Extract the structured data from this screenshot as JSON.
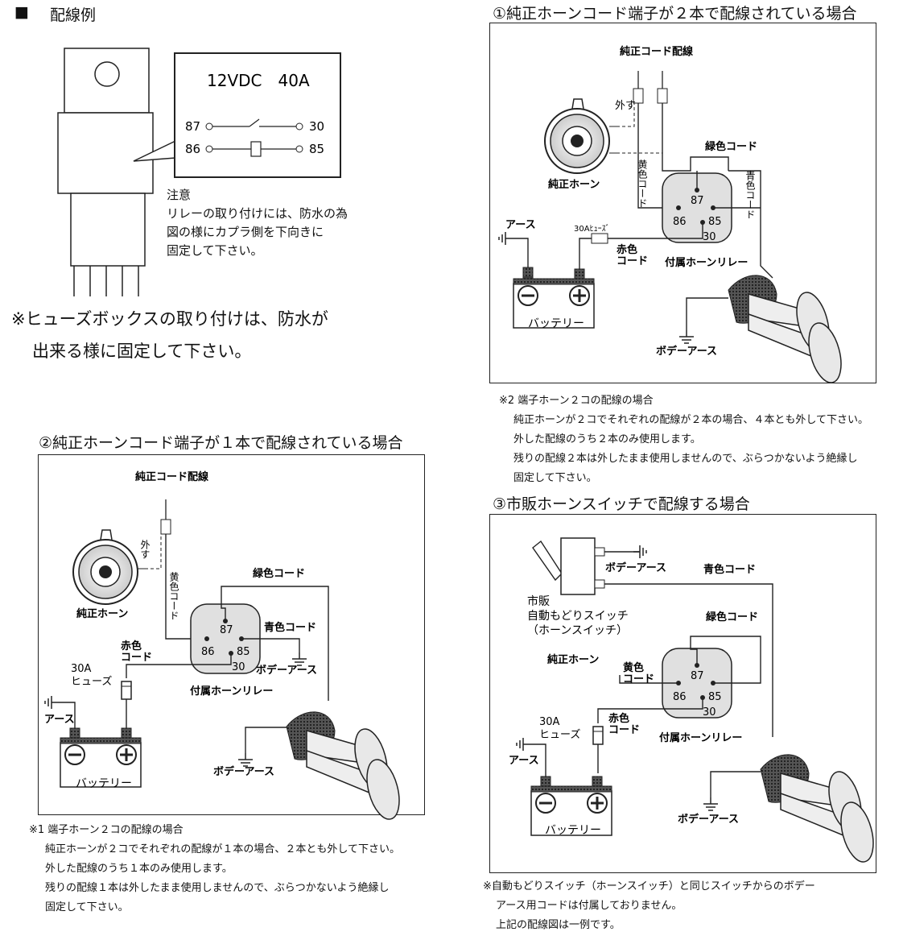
{
  "section_title": "配線例",
  "relay_spec": {
    "rating": "12VDC　40A",
    "pin87": "87",
    "pin30": "30",
    "pin86": "86",
    "pin85": "85"
  },
  "caution": {
    "heading": "注意",
    "line1": "リレーの取り付けには、防水の為",
    "line2": "図の様にカプラ側を下向きに",
    "line3": "固定して下さい。"
  },
  "fuse_note": {
    "line1": "※ヒューズボックスの取り付けは、防水が",
    "line2": "出来る様に固定して下さい。"
  },
  "diagram1": {
    "title": "①純正ホーンコード端子が２本で配線されている場合",
    "factory_wire": "純正コード配線",
    "remove": "外す",
    "green": "緑色コード",
    "yellow": "黄色コード",
    "blue": "青色コード",
    "horn": "純正ホーン",
    "earth": "アース",
    "fuse": "30Aﾋｭｰｽﾞ",
    "red1": "赤色",
    "red2": "コード",
    "relay": "付属ホーンリレー",
    "battery": "バッテリー",
    "body_earth": "ボデーアース",
    "p87": "87",
    "p86": "86",
    "p85": "85",
    "p30": "30"
  },
  "note2": {
    "line1": "※2 端子ホーン２コの配線の場合",
    "line2": "純正ホーンが２コでそれぞれの配線が２本の場合、４本とも外して下さい。",
    "line3": "外した配線のうち２本のみ使用します。",
    "line4": "残りの配線２本は外したまま使用しませんので、ぶらつかないよう絶縁し",
    "line5": "固定して下さい。"
  },
  "diagram2": {
    "title": "②純正ホーンコード端子が１本で配線されている場合",
    "factory_wire": "純正コード配線",
    "remove": "外す",
    "green": "緑色コード",
    "yellow": "黄色コード",
    "blue": "青色コード",
    "horn": "純正ホーン",
    "red1": "赤色",
    "red2": "コード",
    "fuse1": "30A",
    "fuse2": "ヒューズ",
    "earth": "アース",
    "body_earth_relay": "ボデーアース",
    "relay": "付属ホーンリレー",
    "battery": "バッテリー",
    "body_earth": "ボデーアース",
    "p87": "87",
    "p86": "86",
    "p85": "85",
    "p30": "30"
  },
  "note1": {
    "line1": "※1 端子ホーン２コの配線の場合",
    "line2": "純正ホーンが２コでそれぞれの配線が１本の場合、２本とも外して下さい。",
    "line3": "外した配線のうち１本のみ使用します。",
    "line4": "残りの配線１本は外したまま使用しませんので、ぶらつかないよう絶縁し",
    "line5": "固定して下さい。"
  },
  "diagram3": {
    "title": "③市販ホーンスイッチで配線する場合",
    "body_earth_sw": "ボデーアース",
    "blue": "青色コード",
    "sw1": "市販",
    "sw2": "自動もどりスイッチ",
    "sw3": "（ホーンスイッチ）",
    "green": "緑色コード",
    "horn": "純正ホーン",
    "yellow1": "黄色",
    "yellow2": "コード",
    "fuse1": "30A",
    "fuse2": "ヒューズ",
    "red1": "赤色",
    "red2": "コード",
    "earth": "アース",
    "relay": "付属ホーンリレー",
    "battery": "バッテリー",
    "body_earth": "ボデーアース",
    "p87": "87",
    "p86": "86",
    "p85": "85",
    "p30": "30"
  },
  "note3": {
    "line1": "※自動もどりスイッチ（ホーンスイッチ）と同じスイッチからのボデー",
    "line2": "アース用コードは付属しておりません。",
    "line3": "上記の配線図は一例です。"
  }
}
